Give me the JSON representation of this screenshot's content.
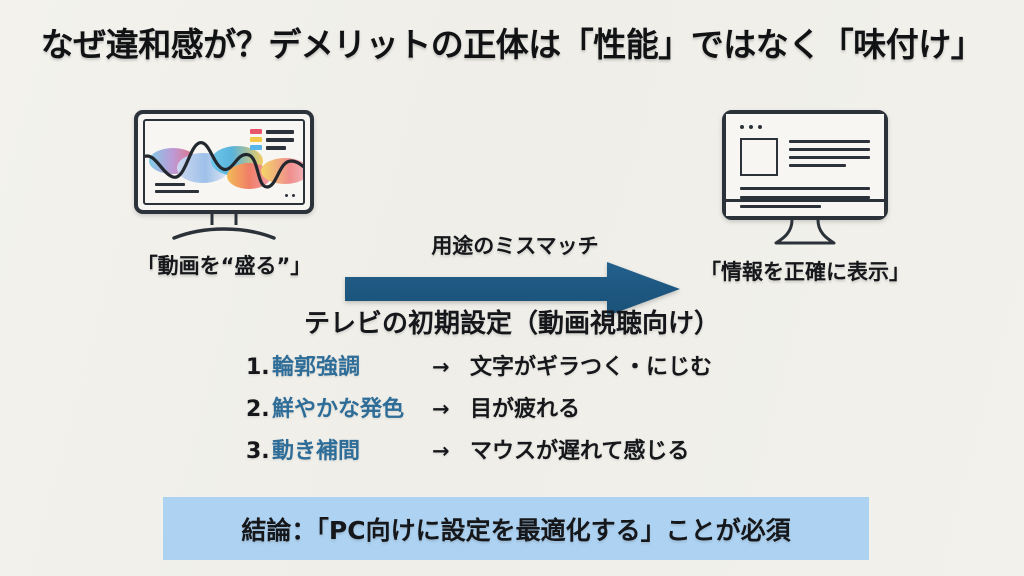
{
  "slide": {
    "background_color": "#f1f0ea",
    "title": "なぜ違和感が？デメリットの正体は「性能」ではなく「味付け」"
  },
  "diagram": {
    "arrow_label": "用途のミスマッチ",
    "arrow_color": "#1e5a86",
    "left_device": {
      "icon": "tv-with-colorful-waveform-chart",
      "caption": "「動画を“盛る”」"
    },
    "right_device": {
      "icon": "monitor-with-document-layout",
      "caption": "「情報を正確に表示」"
    }
  },
  "settings": {
    "heading": "テレビの初期設定（動画視聴向け）",
    "term_color": "#2f6d99",
    "arrow_glyph": "→",
    "items": [
      {
        "num": "1.",
        "term": "輪郭強調",
        "effect": "文字がギラつく・にじむ"
      },
      {
        "num": "2.",
        "term": "鮮やかな発色",
        "effect": "目が疲れる"
      },
      {
        "num": "3.",
        "term": "動き補間",
        "effect": "マウスが遅れて感じる"
      }
    ]
  },
  "conclusion": {
    "text": "結論：「PC向けに設定を最適化する」ことが必須",
    "background_color": "#aed3f2"
  }
}
